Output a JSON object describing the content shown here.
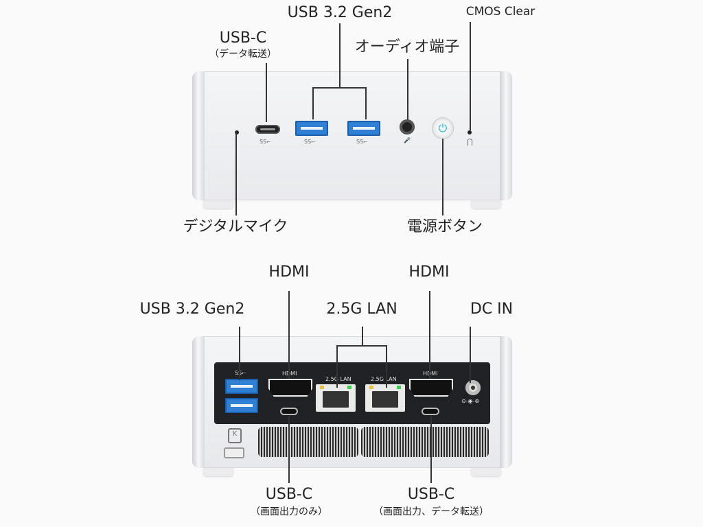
{
  "front_labels": {
    "usb_c": "USB-C",
    "usb_c_sub": "（データ転送）",
    "usb32": "USB 3.2 Gen2",
    "audio": "オーディオ端子",
    "cmos": "CMOS Clear",
    "mic": "デジタルマイク",
    "power": "電源ボタン"
  },
  "back_labels": {
    "hdmi_left": "HDMI",
    "hdmi_right": "HDMI",
    "usb32": "USB 3.2 Gen2",
    "lan": "2.5G LAN",
    "dc_in": "DC IN",
    "usbc_left": "USB-C",
    "usbc_left_sub": "（画面出力のみ）",
    "usbc_right": "USB-C",
    "usbc_right_sub": "（画面出力、データ転送）"
  },
  "device_markings": {
    "ss_usb": "SS⭠",
    "hdmi": "HDMI",
    "lan": "2.5G LAN",
    "k": "K",
    "power_icon": "⏻",
    "audio_icon": "🎤",
    "cmos_icon": "⋂",
    "dc_icon": "⊖-◉-⊕"
  }
}
